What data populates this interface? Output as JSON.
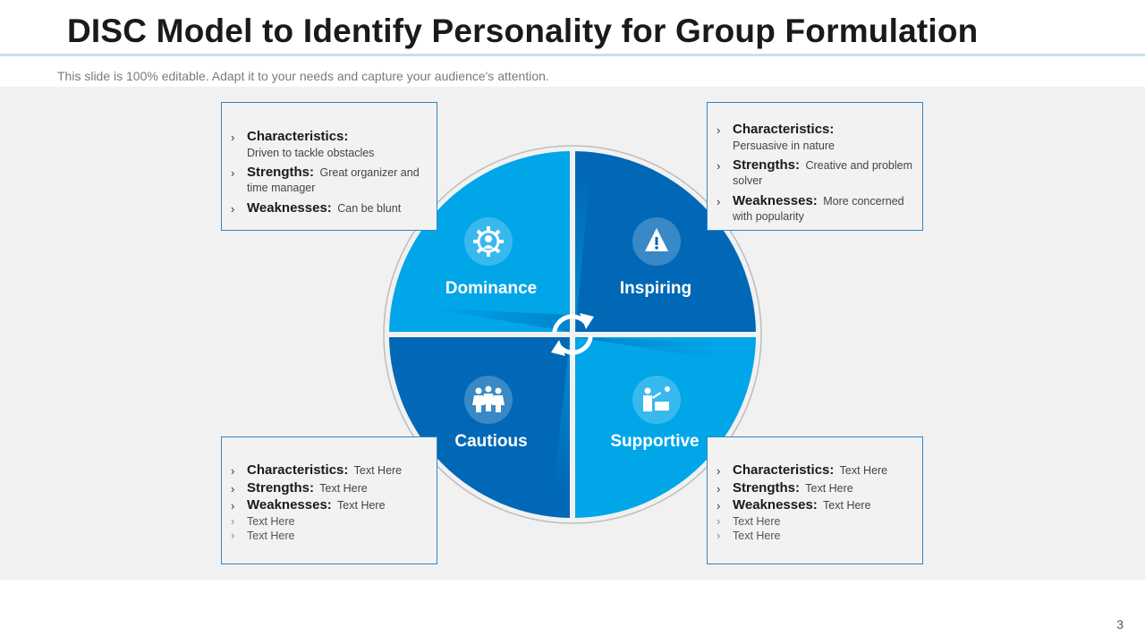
{
  "slide": {
    "title": "DISC Model to Identify Personality for Group Formulation",
    "subtitle": "This slide is 100% editable. Adapt it to your needs and capture your audience's attention.",
    "page_number": "3"
  },
  "colors": {
    "light_blue": "#00a6e8",
    "dark_blue": "#0068b7",
    "box_border": "#2f86c6",
    "band": "#f1f1f1"
  },
  "quadrants": [
    {
      "label": "Dominance",
      "icon": "gear-person-icon"
    },
    {
      "label": "Inspiring",
      "icon": "warning-triangle-icon"
    },
    {
      "label": "Cautious",
      "icon": "people-group-icon"
    },
    {
      "label": "Supportive",
      "icon": "presenter-icon"
    }
  ],
  "center_icon": "refresh-cycle-icon",
  "boxes": {
    "dominance": [
      {
        "label": "Characteristics:",
        "text": "Driven  to tackle obstacles",
        "newline": true
      },
      {
        "label": "Strengths:",
        "text": "Great organizer  and time manager"
      },
      {
        "label": "Weaknesses:",
        "text": "Can be blunt"
      }
    ],
    "inspiring": [
      {
        "label": "Characteristics:",
        "text": "Persuasive  in nature",
        "newline": true
      },
      {
        "label": "Strengths:",
        "text": "Creative  and  problem  solver"
      },
      {
        "label": "Weaknesses:",
        "text": "More  concerned  with  popularity"
      }
    ],
    "cautious": [
      {
        "label": "Characteristics:",
        "text": "Text Here"
      },
      {
        "label": "Strengths:",
        "text": "Text Here"
      },
      {
        "label": "Weaknesses:",
        "text": "Text Here"
      },
      {
        "text": "Text Here"
      },
      {
        "text": "Text Here"
      }
    ],
    "supportive": [
      {
        "label": "Characteristics:",
        "text": "Text Here"
      },
      {
        "label": "Strengths:",
        "text": "Text Here"
      },
      {
        "label": "Weaknesses:",
        "text": "Text Here"
      },
      {
        "text": "Text Here"
      },
      {
        "text": "Text Here"
      }
    ]
  }
}
